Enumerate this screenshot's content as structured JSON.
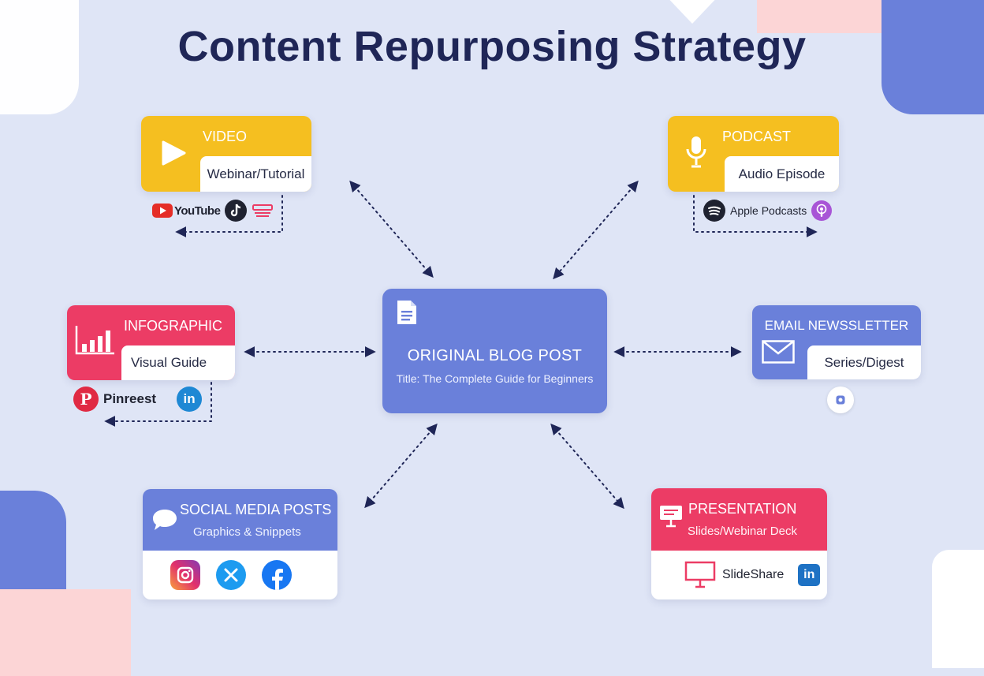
{
  "title": "Content Repurposing Strategy",
  "center": {
    "heading": "ORIGINAL BLOG POST",
    "subtitle": "Title: The Complete Guide for Beginners"
  },
  "video": {
    "heading": "VIDEO",
    "subtitle": "Webinar/Tutorial",
    "platforms": [
      "YouTube"
    ]
  },
  "podcast": {
    "heading": "PODCAST",
    "subtitle": "Audio Episode",
    "platforms": [
      "Apple Podcasts"
    ]
  },
  "infographic": {
    "heading": "INFOGRAPHIC",
    "subtitle": "Visual Guide",
    "platforms": [
      "Pinreest",
      "in"
    ]
  },
  "email": {
    "heading": "EMAIL NEWSSLETTER",
    "subtitle": "Series/Digest"
  },
  "social": {
    "heading": "SOCIAL MEDIA POSTS",
    "subtitle": "Graphics & Snippets"
  },
  "presentation": {
    "heading": "PRESENTATION",
    "subtitle": "Slides/Webinar Deck",
    "platforms": [
      "SlideShare",
      "in"
    ]
  },
  "colors": {
    "yellow": "#f5bf20",
    "pink": "#ec3c65",
    "blue": "#6a80da",
    "navy": "#1f2657",
    "background": "#dfe5f6"
  },
  "icons": [
    "play-icon",
    "microphone-icon",
    "bar-chart-icon",
    "envelope-icon",
    "document-icon",
    "chat-bubble-icon",
    "presentation-board-icon",
    "youtube-icon",
    "tiktok-icon",
    "spotify-icon",
    "apple-podcasts-icon",
    "pinterest-icon",
    "linkedin-icon",
    "instagram-icon",
    "x-icon",
    "facebook-icon"
  ]
}
